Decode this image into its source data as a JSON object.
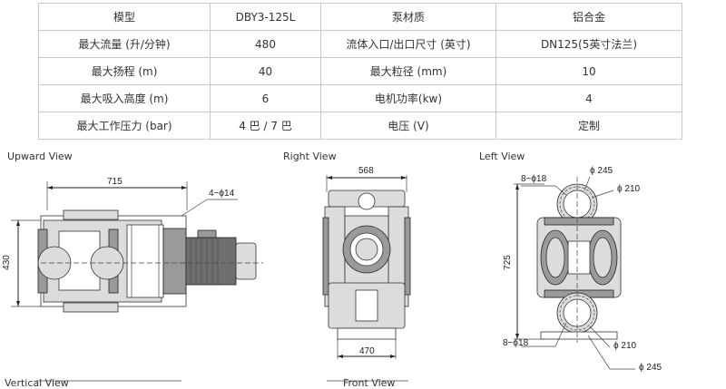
{
  "spec_table": {
    "rows": [
      [
        "模型",
        "DBY3-125L",
        "泵材质",
        "铝合金"
      ],
      [
        "最大流量 (升/分钟)",
        "480",
        "流体入口/出口尺寸 (英寸)",
        "DN125(5英寸法兰)"
      ],
      [
        "最大扬程 (m)",
        "40",
        "最大粒径 (mm)",
        "10"
      ],
      [
        "最大吸入高度 (m)",
        "6",
        "电机功率(kw)",
        "4"
      ],
      [
        "最大工作压力 (bar)",
        "4 巴 / 7 巴",
        "电压 (V)",
        "定制"
      ]
    ]
  },
  "views": {
    "upward": "Upward View",
    "right": "Right View",
    "left": "Left View",
    "vertical": "Vertical View",
    "front": "Front View"
  },
  "dimensions": {
    "upward_width": "715",
    "upward_holes": "4−ϕ14",
    "upward_height": "430",
    "right_top": "568",
    "right_bottom": "470",
    "left_holes_top": "8−ϕ18",
    "left_d245_top": "ϕ 245",
    "left_d210_top": "ϕ 210",
    "left_height": "725",
    "left_holes_bottom": "8−ϕ18",
    "left_d210_bottom": "ϕ 210",
    "left_d245_bottom": "ϕ 245"
  }
}
